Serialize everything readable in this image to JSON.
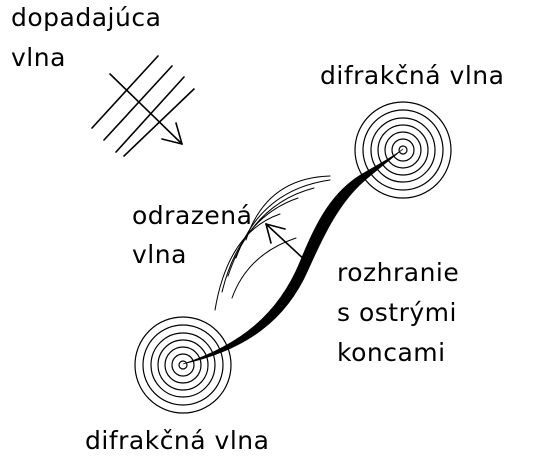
{
  "labels": {
    "incident_line1": "dopadajúca",
    "incident_line2": "vlna",
    "diffracted_top": "difrakčná vlna",
    "reflected_line1": "odrazená",
    "reflected_line2": "vlna",
    "boundary_line1": "rozhranie",
    "boundary_line2": "s ostrými",
    "boundary_line3": "koncami",
    "diffracted_bottom": "difrakčná vlna"
  },
  "colors": {
    "ink": "#000000",
    "background": "#ffffff"
  }
}
